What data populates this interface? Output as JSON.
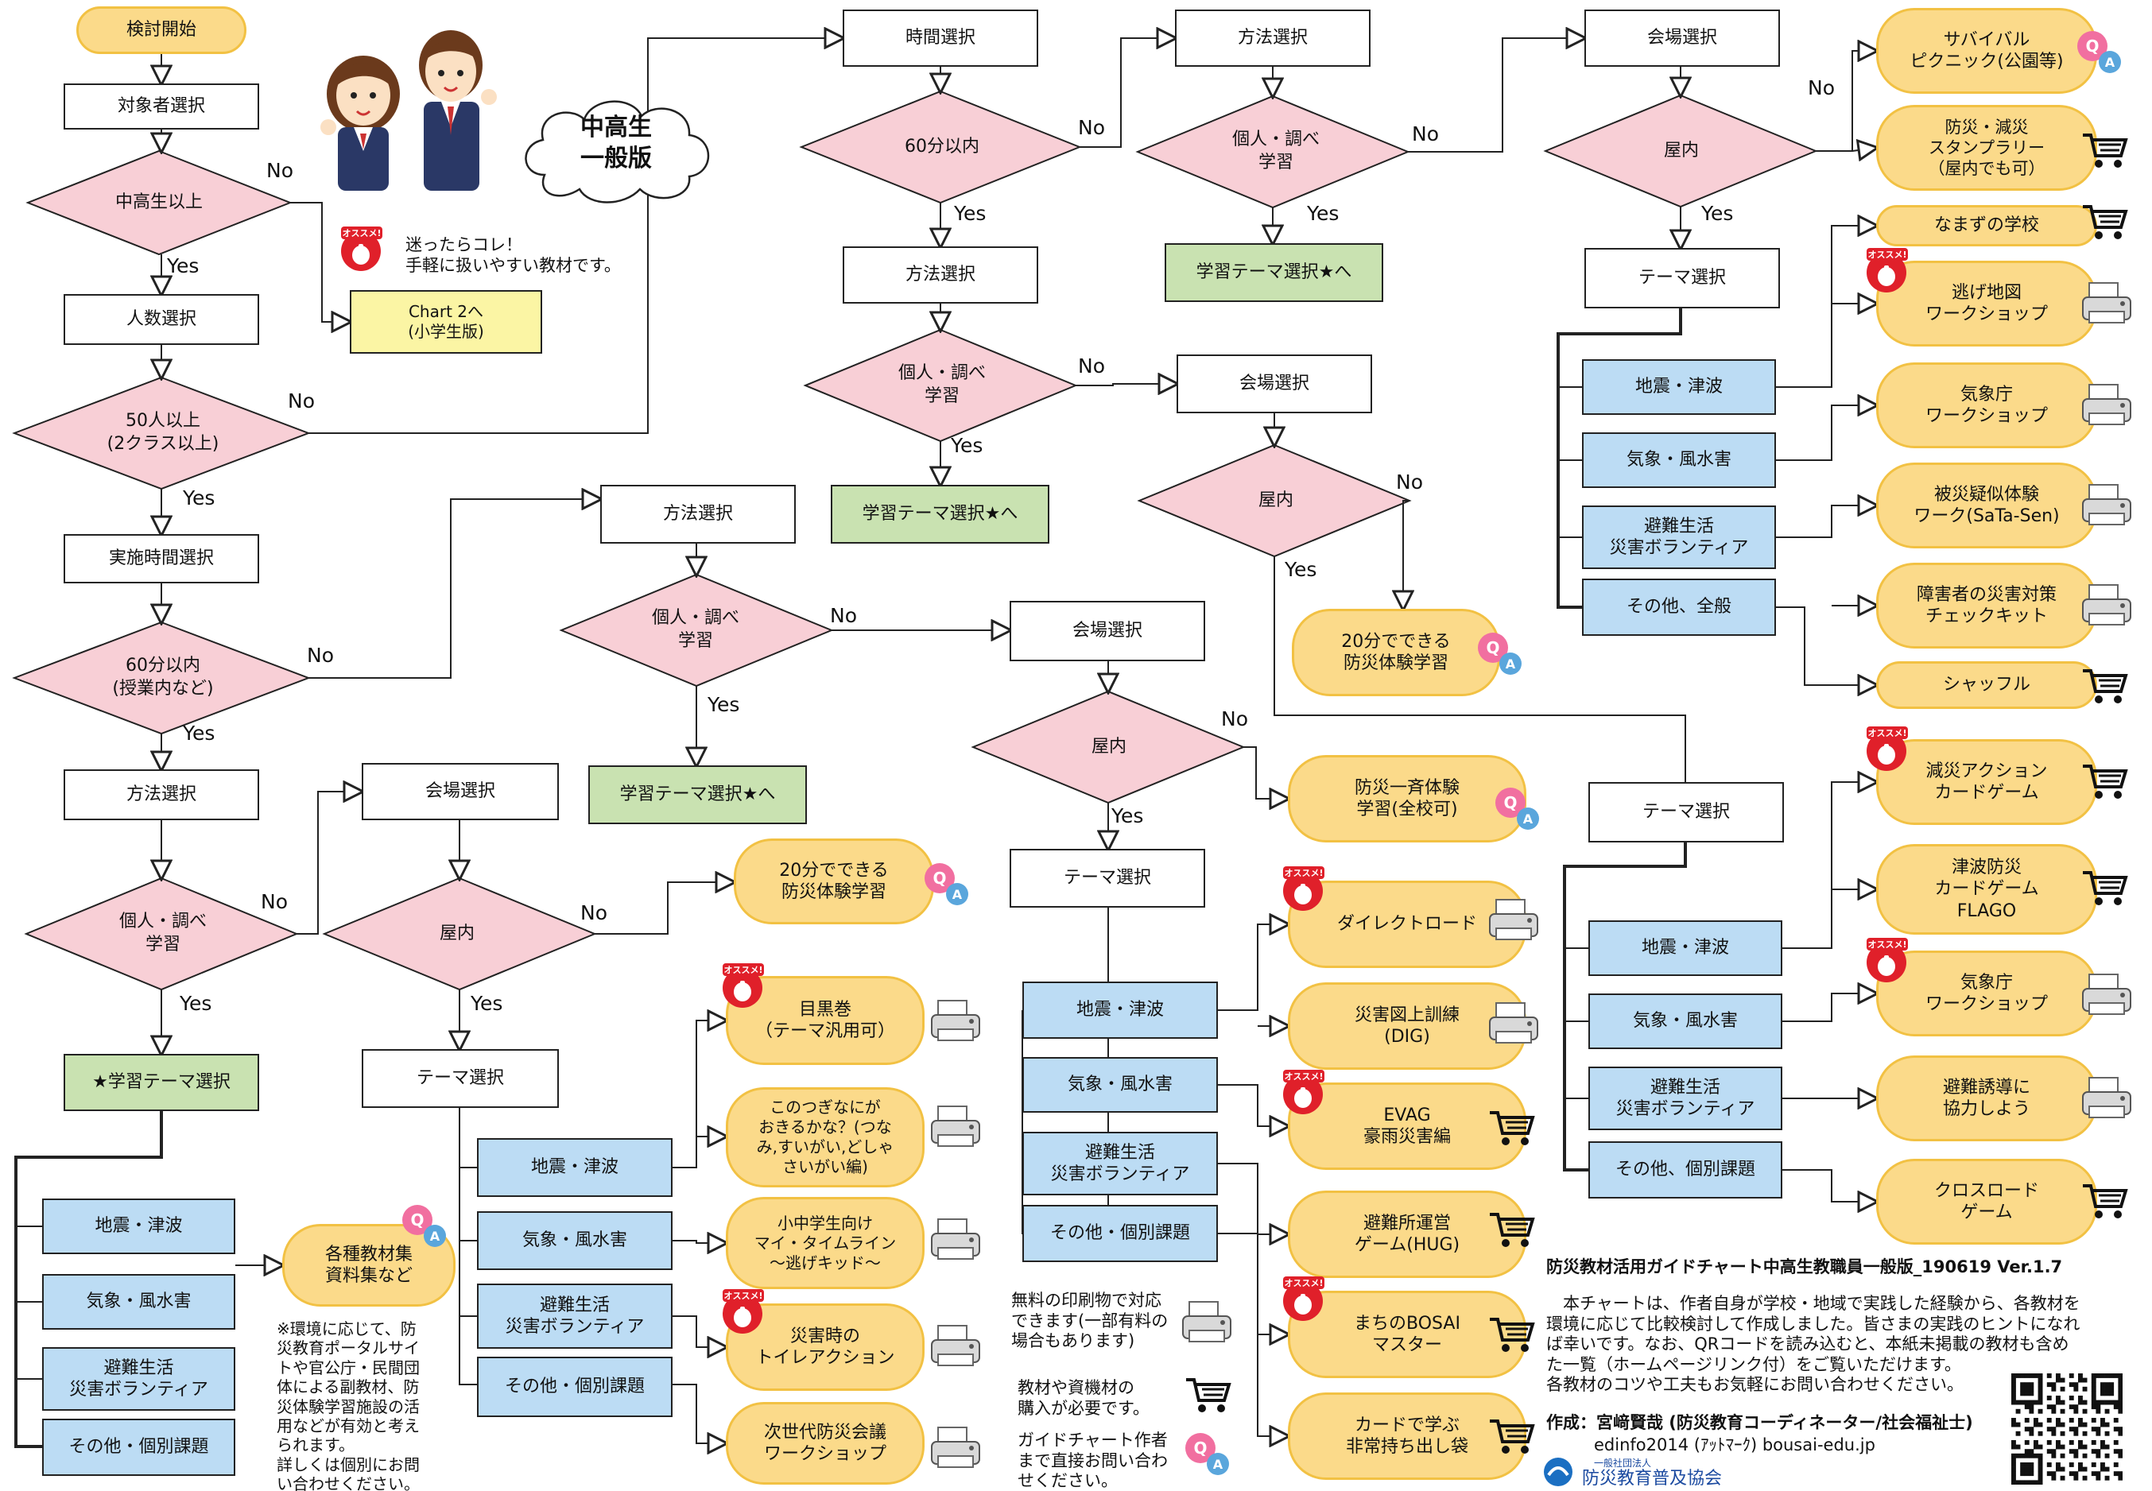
{
  "header": {
    "cloud": "中高生\n一般版",
    "recommend_note": "迷ったらコレ！\n手軽に扱いやすい教材です。",
    "chart2_link": "Chart 2へ\n(小学生版)"
  },
  "labels": {
    "yes": "Yes",
    "no": "No",
    "osusume": "オススメ!"
  },
  "colors": {
    "decision": "#f8cfd6",
    "theme": "#bcdcf4",
    "material": "#fbda8a",
    "study": "#c9e2b1",
    "link": "#fbf5a4"
  },
  "flow": {
    "start": "検討開始",
    "target": "対象者選択",
    "jhs_check": "中高生以上",
    "headcount": "人数選択",
    "over50": "50人以上\n(2クラス以上)",
    "duration": "実施時間選択",
    "within60": "60分以内\n(授業内など)",
    "method": "方法選択",
    "personal": "個人・調べ\n学習",
    "study_theme": "★学習テーマ選択",
    "venue": "会場選択",
    "indoor": "屋内",
    "theme_select": "テーマ選択"
  },
  "upper": {
    "time_select": "時間選択",
    "within60": "60分以内",
    "method_a": "方法選択",
    "personal_a": "個人・調べ\n学習",
    "study_a": "学習テーマ選択★へ",
    "method_b": "方法選択",
    "personal_b": "個人・調べ\n学習",
    "study_b": "学習テーマ選択★へ",
    "venue_a": "会場選択",
    "indoor_a": "屋内",
    "venue_b": "会場選択",
    "indoor_b": "屋内",
    "theme_a": "テーマ選択",
    "theme_b": "テーマ選択"
  },
  "middle": {
    "method": "方法選択",
    "personal": "個人・調べ\n学習",
    "study": "学習テーマ選択★へ",
    "venue": "会場選択",
    "indoor": "屋内",
    "theme": "テーマ選択"
  },
  "themes": {
    "quake": "地震・津波",
    "weather": "気象・風水害",
    "shelter": "避難生活\n災害ボランティア",
    "other_individual": "その他、個別課題",
    "other_general": "その他、全般",
    "other_ind2": "その他・個別課題"
  },
  "materials": {
    "shiryo": "各種教材集\n資料集など",
    "twenty_a": "20分でできる\n防災体験学習",
    "twenty_b": "20分でできる\n防災体験学習",
    "meguro": "目黒巻\n（テーマ汎用可）",
    "tsunagi": "このつぎなにが\nおきるかな？(つな\nみ,すいがい,どしゃ\nさいがい編)",
    "mytimeline": "小中学生向け\nマイ・タイムライン\n〜逃げキッド〜",
    "toilet": "災害時の\nトイレアクション",
    "next_gen": "次世代防災会議\nワークショップ",
    "ikkatsu": "防災一斉体験\n学習(全校可)",
    "direct_road": "ダイレクトロード",
    "dig": "災害図上訓練\n(DIG)",
    "evag": "EVAG\n豪雨災害編",
    "hug": "避難所運営\nゲーム(HUG)",
    "machi": "まちのBOSAI\nマスター",
    "card_bag": "カードで学ぶ\n非常持ち出し袋",
    "survival": "サバイバル\nピクニック(公園等)",
    "stamp": "防災・減災\nスタンプラリー\n（屋内でも可）",
    "namazu": "なまずの学校",
    "nige_map": "逃げ地図\nワークショップ",
    "jma_a": "気象庁\nワークショップ",
    "sata": "被災疑似体験\nワーク(SaTa-Sen)",
    "shogai": "障害者の災害対策\nチェックキット",
    "shuffle": "シャッフル",
    "gensai": "減災アクション\nカードゲーム",
    "flago": "津波防災\nカードゲーム\nFLAGO",
    "jma_b": "気象庁\nワークショップ",
    "yudo": "避難誘導に\n協力しよう",
    "crossroad": "クロスロード\nゲーム"
  },
  "notes": {
    "env_note": "※環境に応じて、防\n災教育ポータルサイ\nトや官公庁・民間団\n体による副教材、防\n災体験学習施設の活\n用などが有効と考え\nられます。\n詳しくは個別にお問\nい合わせください。",
    "legend_print": "無料の印刷物で対応\nできます(一部有料の\n場合もあります)",
    "legend_cart": "教材や資機材の\n購入が必要です。",
    "legend_qa": "ガイドチャート作者\nまで直接お問い合わ\nせください。"
  },
  "footer": {
    "title": "防災教材活用ガイドチャート中高生教職員一般版_190619 Ver.1.7",
    "body": "　本チャートは、作者自身が学校・地域で実践した経験から、各教材を\n環境に応じて比較検討して作成しました。皆さまの実践のヒントになれ\nば幸いです。なお、QRコードを読み込むと、本紙未掲載の教材も含め\nた一覧（ホームページリンク付）をご覧いただけます。\n各教材のコツや工夫もお気軽にお問い合わせください。",
    "author": "作成：宮﨑賢哉 (防災教育コーディネーター/社会福祉士)",
    "contact": "edinfo2014 (ｱｯﾄﾏｰｸ) bousai-edu.jp",
    "org_small": "一般社団法人",
    "org": "防災教育普及協会"
  }
}
